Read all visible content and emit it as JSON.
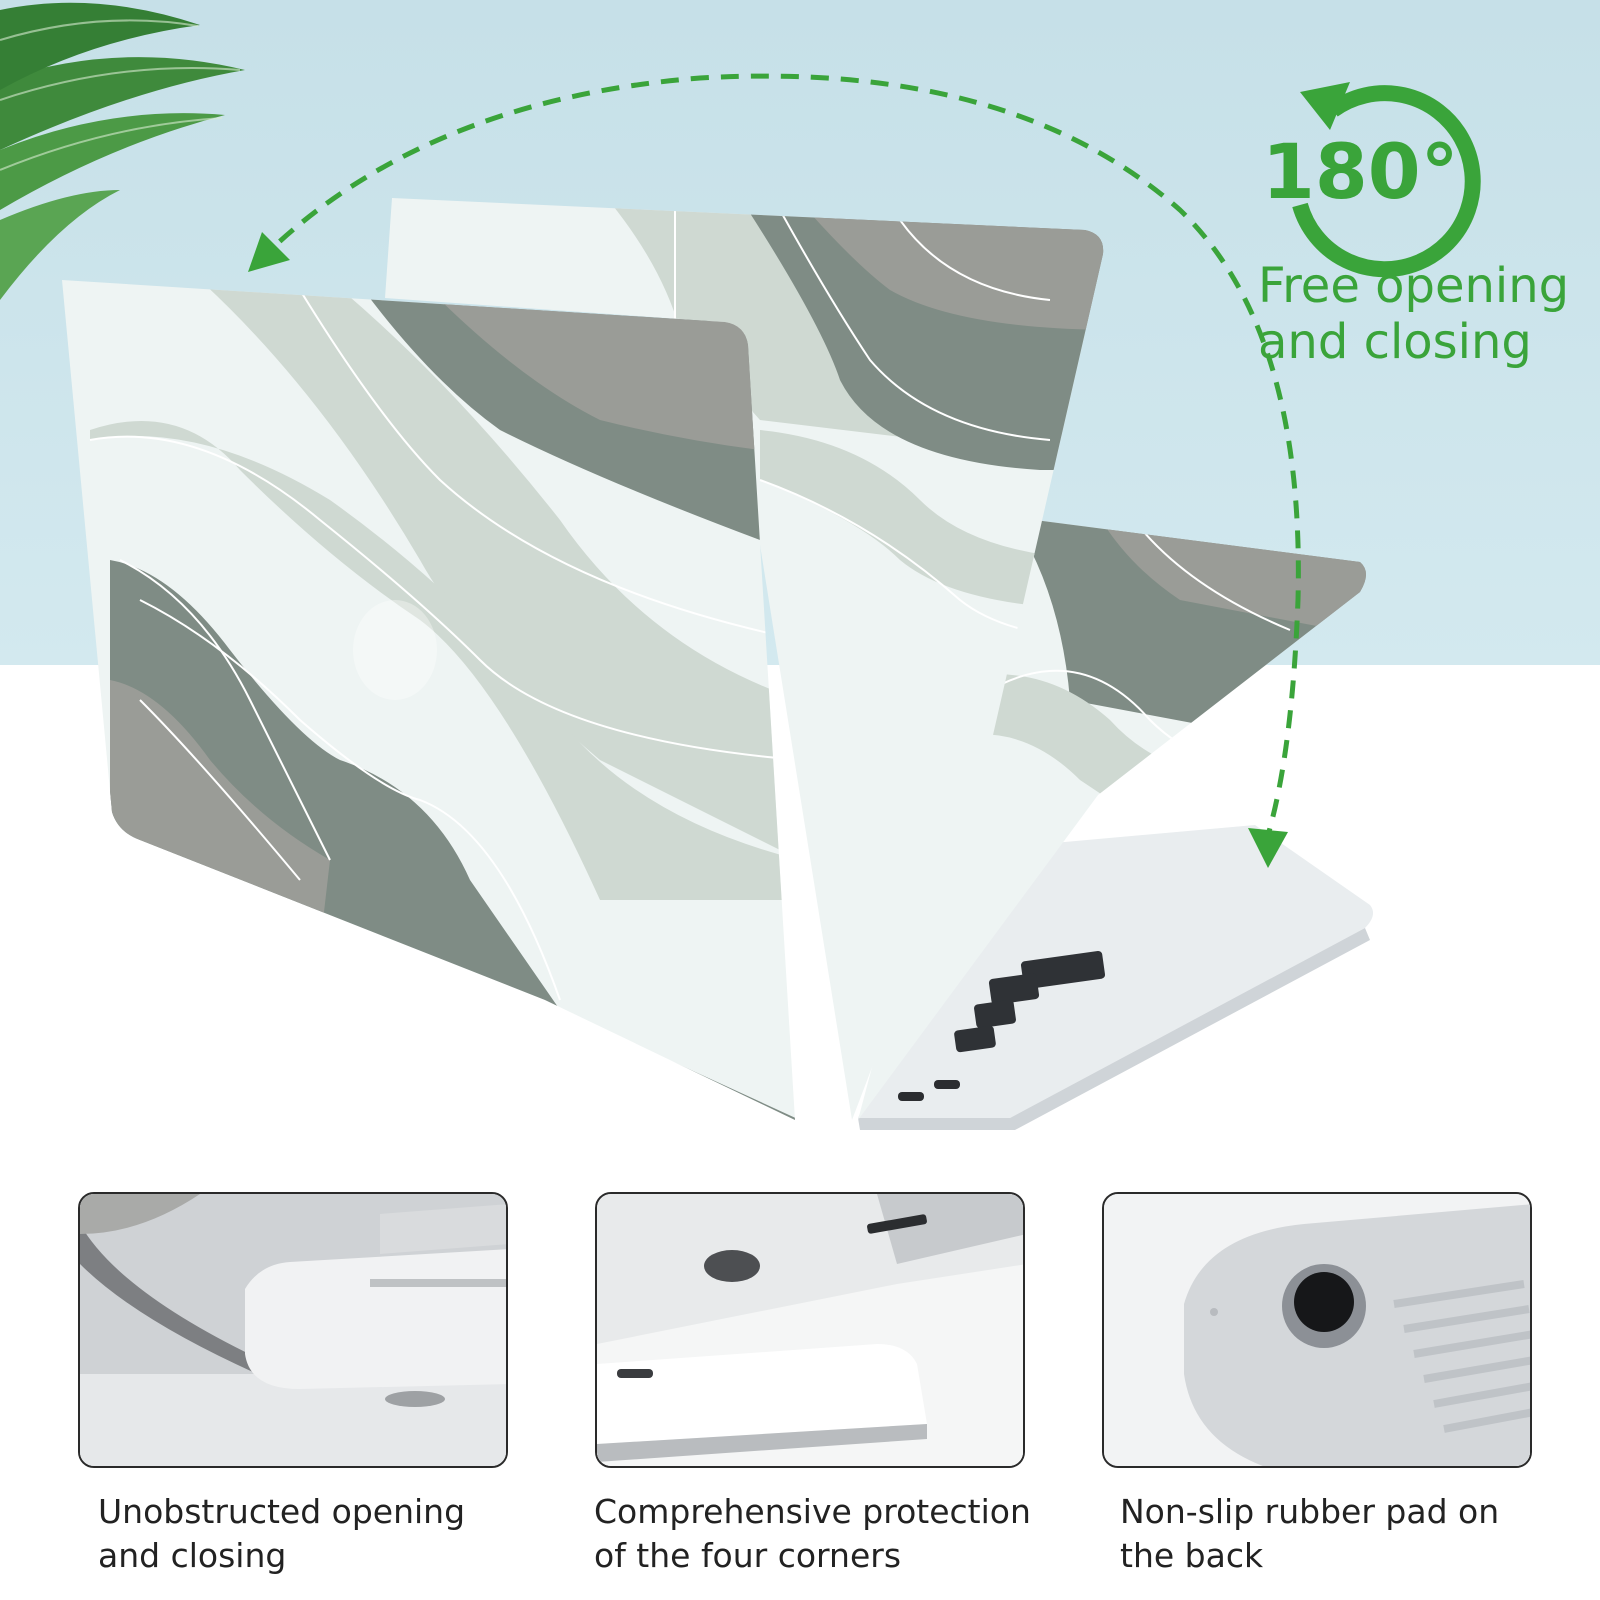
{
  "badge": {
    "angle": "180°",
    "icon": "rotate-arrow-icon",
    "line1": "Free opening",
    "line2": "and closing",
    "color": "#3aa43a"
  },
  "features": [
    {
      "line1": "Unobstructed opening",
      "line2": "and closing"
    },
    {
      "line1": "Comprehensive protection",
      "line2": "of the four corners"
    },
    {
      "line1": "Non-slip rubber pad on",
      "line2": "the back"
    }
  ],
  "colors": {
    "sky": "#cfe6ec",
    "case_light": "#eef4f3",
    "case_sage": "#cfd9d2",
    "case_green": "#7f8c85",
    "case_grey": "#9a9c97",
    "arrow": "#3aa43a"
  }
}
